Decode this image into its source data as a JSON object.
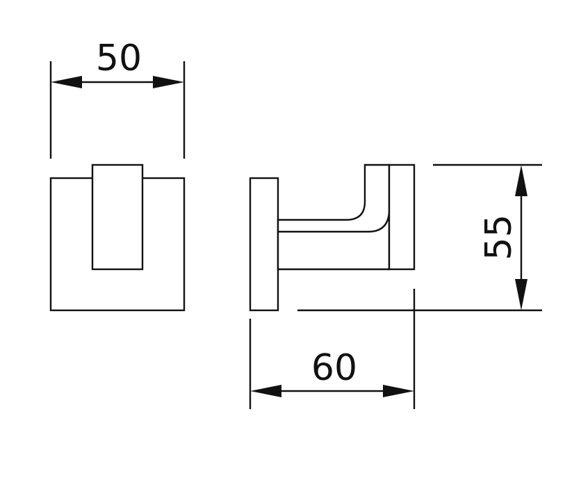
{
  "dimensions": {
    "width": "50",
    "depth": "60",
    "height": "55"
  },
  "colors": {
    "line": "#111111",
    "background": "#ffffff"
  }
}
